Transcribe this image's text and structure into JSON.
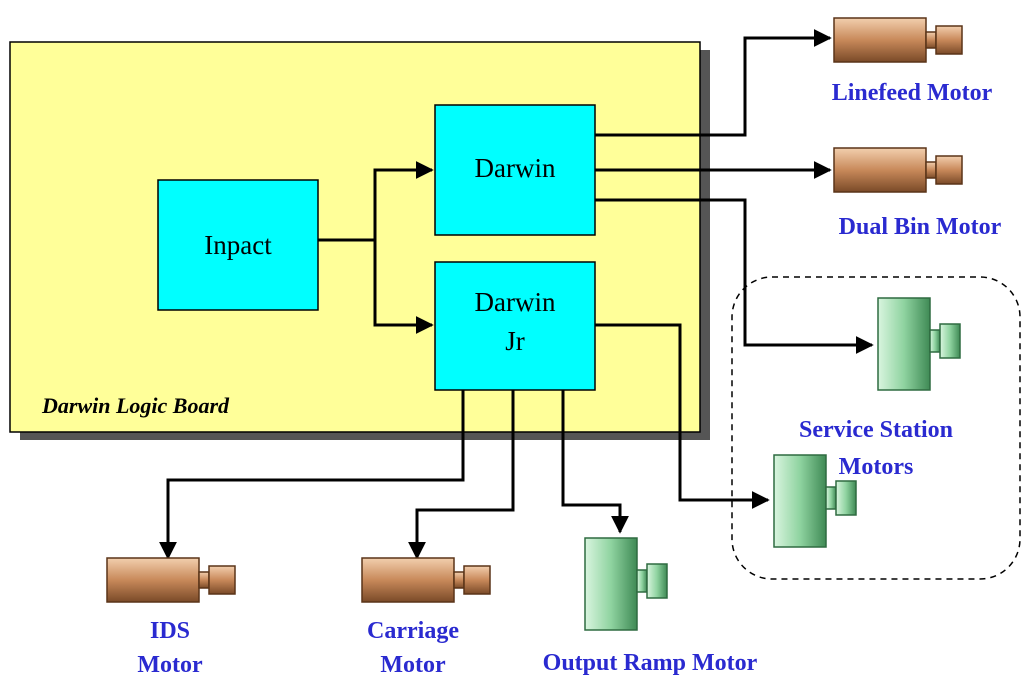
{
  "board": {
    "label": "Darwin Logic Board",
    "fill": "#ffff99"
  },
  "chips": {
    "impact": "Inpact",
    "darwin": "Darwin",
    "darwin_jr_line1": "Darwin",
    "darwin_jr_line2": "Jr",
    "fill": "#00ffff"
  },
  "motors": {
    "linefeed": "Linefeed Motor",
    "dual_bin": "Dual Bin Motor",
    "service_station_line1": "Service Station",
    "service_station_line2": "Motors",
    "ids_line1": "IDS",
    "ids_line2": "Motor",
    "carriage_line1": "Carriage",
    "carriage_line2": "Motor",
    "output_ramp": "Output Ramp Motor"
  },
  "colors": {
    "label_text": "#2a2ad0",
    "dc_motor": "#c8895a",
    "stepper_motor": "#8fd3a0"
  },
  "icons": {
    "dc_motor": "dc-motor-icon",
    "stepper_motor": "stepper-motor-icon"
  }
}
